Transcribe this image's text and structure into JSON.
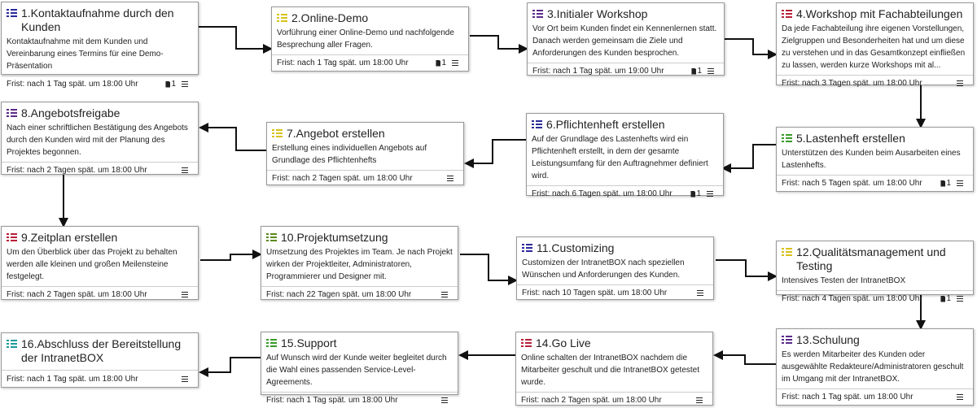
{
  "cards": [
    {
      "title": "1.Kontaktaufnahme durch den Kunden",
      "desc": "Kontaktaufnahme mit dem Kunden und Vereinbarung eines Termins für eine Demo-Präsentation",
      "deadline": "Frist: nach 1 Tag spät. um 18:00 Uhr",
      "attachments": "1",
      "color": "#2a2a9a"
    },
    {
      "title": "2.Online-Demo",
      "desc": "Vorführung einer Online-Demo und nachfolgende Besprechung aller Fragen.",
      "deadline": "Frist: nach 1 Tag spät. um 18:00 Uhr",
      "attachments": "1",
      "color": "#d8c21a"
    },
    {
      "title": "3.Initialer Workshop",
      "desc": "Vor Ort beim Kunden findet ein Kennenlernen statt. Danach werden gemeinsam die Ziele und Anforderungen des Kunden besprochen.",
      "deadline": "Frist: nach 1 Tag spät. um 19:00 Uhr",
      "attachments": "1",
      "color": "#5a2a8a"
    },
    {
      "title": "4.Workshop mit Fachabteilungen",
      "desc": "Da jede Fachabteilung ihre eigenen Vorstellungen, Zielgruppen und Besonderheiten hat und um diese zu verstehen und in das Gesamtkonzept einfließen zu lassen, werden kurze Workshops mit al...",
      "deadline": "Frist: nach 3 Tagen spät. um 18:00 Uhr",
      "attachments": null,
      "color": "#b8203a"
    },
    {
      "title": "5.Lastenheft erstellen",
      "desc": "Unterstützen des Kunden beim Ausarbeiten eines Lastenhefts.",
      "deadline": "Frist: nach 5 Tagen spät. um 18:00 Uhr",
      "attachments": "1",
      "color": "#3a9a2a"
    },
    {
      "title": "6.Pflichtenheft erstellen",
      "desc": "Auf der Grundlage des Lastenhefts wird ein Pflichtenheft erstellt, in dem der gesamte Leistungsumfang für den Auftragnehmer definiert wird.",
      "deadline": "Frist: nach 6 Tagen spät. um 18:00 Uhr",
      "attachments": "1",
      "color": "#2a2a9a"
    },
    {
      "title": "7.Angebot erstellen",
      "desc": "Erstellung eines individuellen Angebots auf Grundlage des Pflichtenhefts",
      "deadline": "Frist: nach 2 Tagen spät. um 18:00 Uhr",
      "attachments": null,
      "color": "#d8c21a"
    },
    {
      "title": "8.Angebotsfreigabe",
      "desc": "Nach einer schriftlichen Bestätigung des Angebots durch den Kunden wird mit der Planung des Projektes begonnen.",
      "deadline": "Frist: nach 2 Tagen spät. um 18:00 Uhr",
      "attachments": null,
      "color": "#5a2a8a"
    },
    {
      "title": "9.Zeitplan erstellen",
      "desc": "Um den Überblick über das Projekt zu behalten werden alle kleinen und großen Meilensteine festgelegt.",
      "deadline": "Frist: nach 2 Tagen spät. um 18:00 Uhr",
      "attachments": null,
      "color": "#b8203a"
    },
    {
      "title": "10.Projektumsetzung",
      "desc": "Umsetzung des Projektes im Team. Je nach Projekt wirken der Projektleiter, Administratoren, Programmierer und Designer mit.",
      "deadline": "Frist: nach 22 Tagen spät. um 18:00 Uhr",
      "attachments": null,
      "color": "#5a8a1a"
    },
    {
      "title": "11.Customizing",
      "desc": "Customizen der IntranetBOX nach speziellen Wünschen und Anforderungen des Kunden.",
      "deadline": "Frist: nach 10 Tagen spät. um 18:00 Uhr",
      "attachments": null,
      "color": "#2a2a9a"
    },
    {
      "title": "12.Qualitätsmanagement und Testing",
      "desc": "Intensives Testen der IntranetBOX",
      "deadline": "Frist: nach 4 Tagen spät. um 18:00 Uhr",
      "attachments": "1",
      "color": "#d8c21a"
    },
    {
      "title": "13.Schulung",
      "desc": "Es werden Mitarbeiter des Kunden oder ausgewählte Redakteure/Administratoren geschult im Umgang mit der IntranetBOX.",
      "deadline": "Frist: nach 1 Tag spät. um 18:00 Uhr",
      "attachments": null,
      "color": "#5a2a8a"
    },
    {
      "title": "14.Go Live",
      "desc": "Online schalten der IntranetBOX nachdem die Mitarbeiter geschult und die IntranetBOX getestet wurde.",
      "deadline": "Frist: nach 2 Tagen spät. um 18:00 Uhr",
      "attachments": null,
      "color": "#b8203a"
    },
    {
      "title": "15.Support",
      "desc": "Auf Wunsch wird der Kunde weiter begleitet durch die Wahl eines passenden Service-Level-Agreements.",
      "deadline": "Frist: nach 1 Tag spät. um 18:00 Uhr",
      "attachments": null,
      "color": "#3a9a2a"
    },
    {
      "title": "16.Abschluss der Bereitstellung der IntranetBOX",
      "desc": "",
      "deadline": "Frist: nach 1 Tag spät. um 18:00 Uhr",
      "attachments": null,
      "color": "#1a9a9a"
    }
  ]
}
